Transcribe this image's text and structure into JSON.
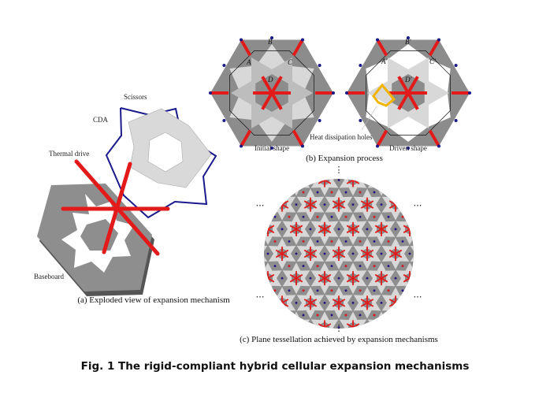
{
  "panel_a": {
    "labels": {
      "scissors": "Scissors",
      "cda": "CDA",
      "thermal_drive": "Thermal drive",
      "baseboard": "Baseboard"
    },
    "caption": "(a) Exploded view of expansion mechanism"
  },
  "panel_b": {
    "points_initial": {
      "a": "A",
      "b": "B",
      "c": "C",
      "d": "D"
    },
    "points_driven": {
      "a": "A'",
      "b": "B'",
      "c": "C'",
      "d": "D'"
    },
    "initial_label": "Initial shape",
    "driven_label": "Driven shape",
    "heat_label": "Heat dissipation holes",
    "caption": "(b) Expansion process"
  },
  "panel_c": {
    "ellipsis_v": "⋮",
    "ellipsis_h": "⋯",
    "caption": "(c) Plane tessellation achieved by expansion mechanisms"
  },
  "figure_caption": "Fig. 1 The rigid-compliant hybrid cellular expansion mechanisms",
  "colors": {
    "drive": "#e21a1a",
    "cda": "#1a1a8c",
    "base": "#8c8c8c",
    "light": "#d8d8d8",
    "holes": "#f2b400"
  }
}
